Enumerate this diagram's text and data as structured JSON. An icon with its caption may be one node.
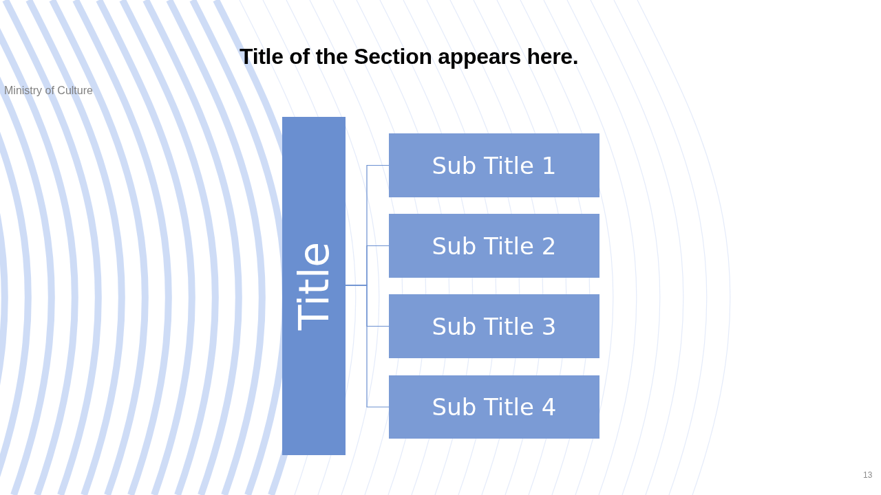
{
  "diagram": {
    "title": "Title of the Section appears here.",
    "nodes": [
      {
        "text": [
          "Title"
        ]
      },
      {
        "text": [
          "Sub Title 1"
        ]
      },
      {
        "text": [
          "Sub Title 2"
        ]
      },
      {
        "text": [
          "Sub Title 3"
        ]
      },
      {
        "text": [
          "Sub Title 4"
        ]
      }
    ],
    "edges": [
      {
        "from": 0,
        "to": 1,
        "arrow": "none"
      },
      {
        "from": 0,
        "to": 2,
        "arrow": "none"
      },
      {
        "from": 0,
        "to": 3,
        "arrow": "none"
      },
      {
        "from": 0,
        "to": 4,
        "arrow": "none"
      }
    ],
    "labels": [
      "Ministry of Culture",
      "13"
    ]
  }
}
